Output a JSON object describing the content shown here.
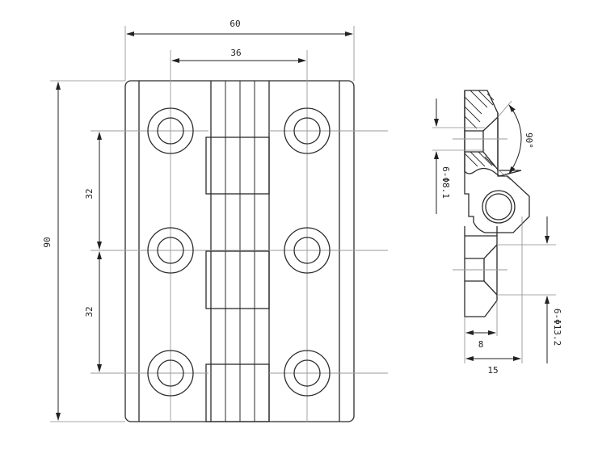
{
  "drawing": {
    "type": "hinge technical drawing",
    "front_view": {
      "dimensions": {
        "overall_width": "60",
        "hole_spacing_horizontal": "36",
        "overall_height": "90",
        "hole_pitch_upper": "32",
        "hole_pitch_lower": "32"
      }
    },
    "side_view": {
      "dimensions": {
        "countersink_angle": "90°",
        "hole_diameter": "6-Φ8.1",
        "countersink_diameter": "6-Φ13.2",
        "leaf_thickness": "8",
        "overall_thickness": "15"
      }
    },
    "colors": {
      "line": "#2b2b2b",
      "centerline": "#9a9a9a",
      "background": "#ffffff"
    }
  }
}
